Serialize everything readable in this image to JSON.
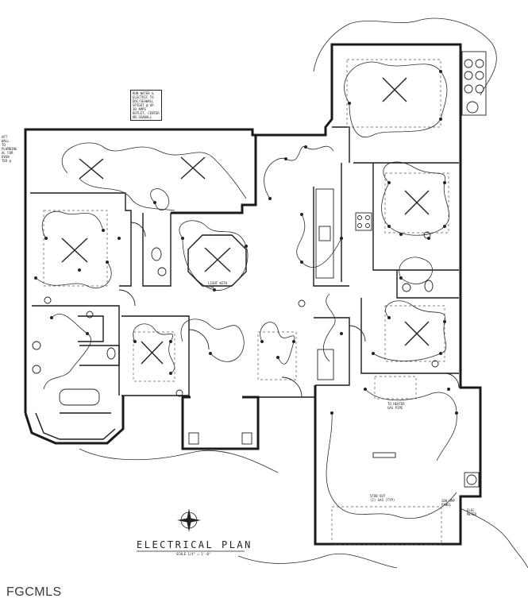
{
  "plan": {
    "title": "ELECTRICAL PLAN",
    "scale": "SCALE 1/4\" = 1'-0\""
  },
  "notes": {
    "run_water": "RUN WATER &\nELECTRIC TO\nDOC/SEAWALL\nSPIGOT @ UP.\n30 AMPS\nOUTLET, CENTER\nON SEAWALL",
    "left_edge": "AFT\nWALL\nTO\nPLUMBING\nAL FOR\nOVEN\nTER @",
    "stub_out": "STUB OUT\n(2) GAS (TYP)",
    "panel": "200 AMP\nPANEL",
    "elec_meter": "ELEC\nMETER",
    "light_note": "LIGHT WITH\nFAN",
    "gas_note": "TO HEATER\nGAS PIPE"
  },
  "watermark": "FGCMLS"
}
